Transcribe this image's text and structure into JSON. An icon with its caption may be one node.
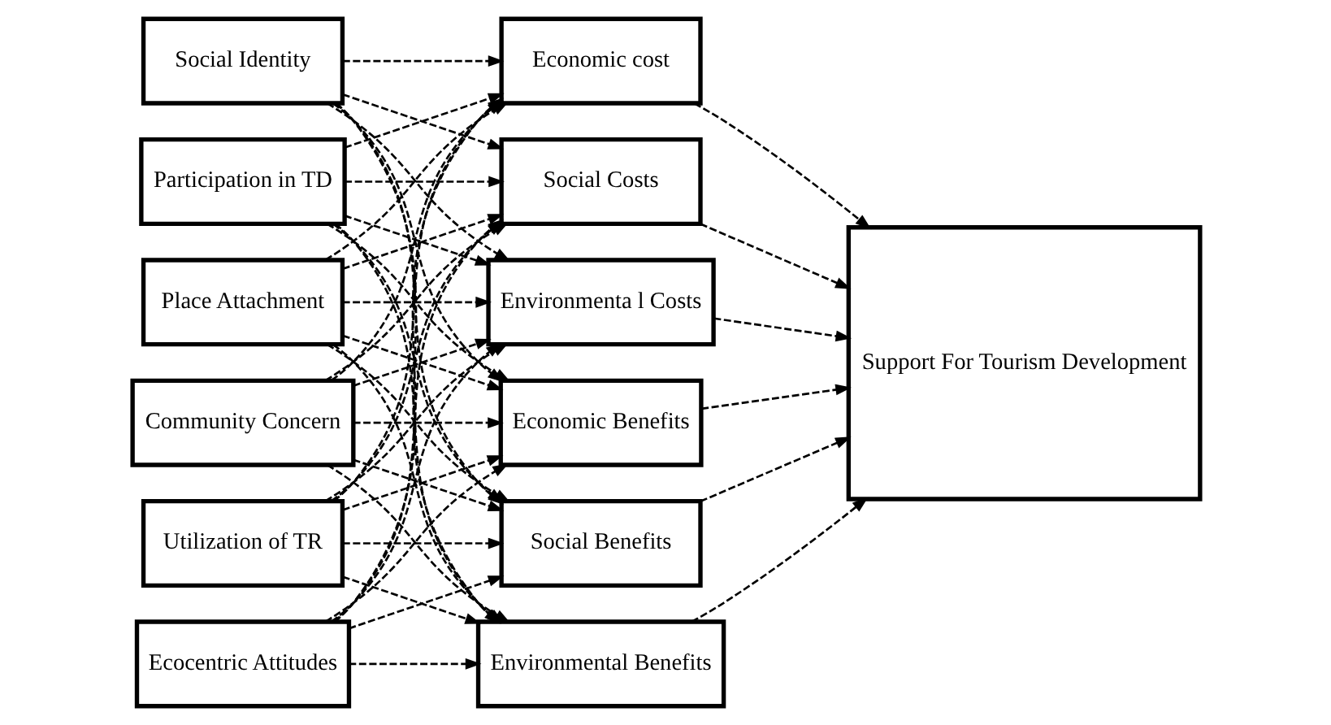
{
  "diagram": {
    "nodes": [
      {
        "text": [
          "Social Identity"
        ]
      },
      {
        "text": [
          "Participation in TD"
        ]
      },
      {
        "text": [
          "Place Attachment"
        ]
      },
      {
        "text": [
          "Community Concern"
        ]
      },
      {
        "text": [
          "Utilization of TR"
        ]
      },
      {
        "text": [
          "Ecocentric Attitudes"
        ]
      },
      {
        "text": [
          "Economic cost"
        ]
      },
      {
        "text": [
          "Social Costs"
        ]
      },
      {
        "text": [
          "Environmenta l Costs"
        ]
      },
      {
        "text": [
          "Economic Benefits"
        ]
      },
      {
        "text": [
          "Social Benefits"
        ]
      },
      {
        "text": [
          "Environmental Benefits"
        ]
      },
      {
        "text": [
          "Support For Tourism Development"
        ]
      }
    ],
    "edges": [
      {
        "from": 0,
        "to": 6,
        "arrow": "to",
        "style": "dashed"
      },
      {
        "from": 0,
        "to": 7,
        "arrow": "to",
        "style": "dashed"
      },
      {
        "from": 0,
        "to": 8,
        "arrow": "to",
        "style": "dashed"
      },
      {
        "from": 0,
        "to": 9,
        "arrow": "to",
        "style": "dashed"
      },
      {
        "from": 0,
        "to": 10,
        "arrow": "to",
        "style": "dashed"
      },
      {
        "from": 0,
        "to": 11,
        "arrow": "to",
        "style": "dashed"
      },
      {
        "from": 1,
        "to": 6,
        "arrow": "to",
        "style": "dashed"
      },
      {
        "from": 1,
        "to": 7,
        "arrow": "to",
        "style": "dashed"
      },
      {
        "from": 1,
        "to": 8,
        "arrow": "to",
        "style": "dashed"
      },
      {
        "from": 1,
        "to": 9,
        "arrow": "to",
        "style": "dashed"
      },
      {
        "from": 1,
        "to": 10,
        "arrow": "to",
        "style": "dashed"
      },
      {
        "from": 1,
        "to": 11,
        "arrow": "to",
        "style": "dashed"
      },
      {
        "from": 2,
        "to": 6,
        "arrow": "to",
        "style": "dashed"
      },
      {
        "from": 2,
        "to": 7,
        "arrow": "to",
        "style": "dashed"
      },
      {
        "from": 2,
        "to": 8,
        "arrow": "to",
        "style": "dashed"
      },
      {
        "from": 2,
        "to": 9,
        "arrow": "to",
        "style": "dashed"
      },
      {
        "from": 2,
        "to": 10,
        "arrow": "to",
        "style": "dashed"
      },
      {
        "from": 2,
        "to": 11,
        "arrow": "to",
        "style": "dashed"
      },
      {
        "from": 3,
        "to": 6,
        "arrow": "to",
        "style": "dashed"
      },
      {
        "from": 3,
        "to": 7,
        "arrow": "to",
        "style": "dashed"
      },
      {
        "from": 3,
        "to": 8,
        "arrow": "to",
        "style": "dashed"
      },
      {
        "from": 3,
        "to": 9,
        "arrow": "to",
        "style": "dashed"
      },
      {
        "from": 3,
        "to": 10,
        "arrow": "to",
        "style": "dashed"
      },
      {
        "from": 3,
        "to": 11,
        "arrow": "to",
        "style": "dashed"
      },
      {
        "from": 4,
        "to": 6,
        "arrow": "to",
        "style": "dashed"
      },
      {
        "from": 4,
        "to": 7,
        "arrow": "to",
        "style": "dashed"
      },
      {
        "from": 4,
        "to": 8,
        "arrow": "to",
        "style": "dashed"
      },
      {
        "from": 4,
        "to": 9,
        "arrow": "to",
        "style": "dashed"
      },
      {
        "from": 4,
        "to": 10,
        "arrow": "to",
        "style": "dashed"
      },
      {
        "from": 4,
        "to": 11,
        "arrow": "to",
        "style": "dashed"
      },
      {
        "from": 5,
        "to": 6,
        "arrow": "to",
        "style": "dashed"
      },
      {
        "from": 5,
        "to": 7,
        "arrow": "to",
        "style": "dashed"
      },
      {
        "from": 5,
        "to": 8,
        "arrow": "to",
        "style": "dashed"
      },
      {
        "from": 5,
        "to": 9,
        "arrow": "to",
        "style": "dashed"
      },
      {
        "from": 5,
        "to": 10,
        "arrow": "to",
        "style": "dashed"
      },
      {
        "from": 5,
        "to": 11,
        "arrow": "to",
        "style": "dashed"
      },
      {
        "from": 6,
        "to": 12,
        "arrow": "to",
        "style": "dashed"
      },
      {
        "from": 7,
        "to": 12,
        "arrow": "to",
        "style": "dashed"
      },
      {
        "from": 8,
        "to": 12,
        "arrow": "to",
        "style": "dashed"
      },
      {
        "from": 9,
        "to": 12,
        "arrow": "to",
        "style": "dashed"
      },
      {
        "from": 10,
        "to": 12,
        "arrow": "to",
        "style": "dashed"
      },
      {
        "from": 11,
        "to": 12,
        "arrow": "to",
        "style": "dashed"
      }
    ]
  }
}
